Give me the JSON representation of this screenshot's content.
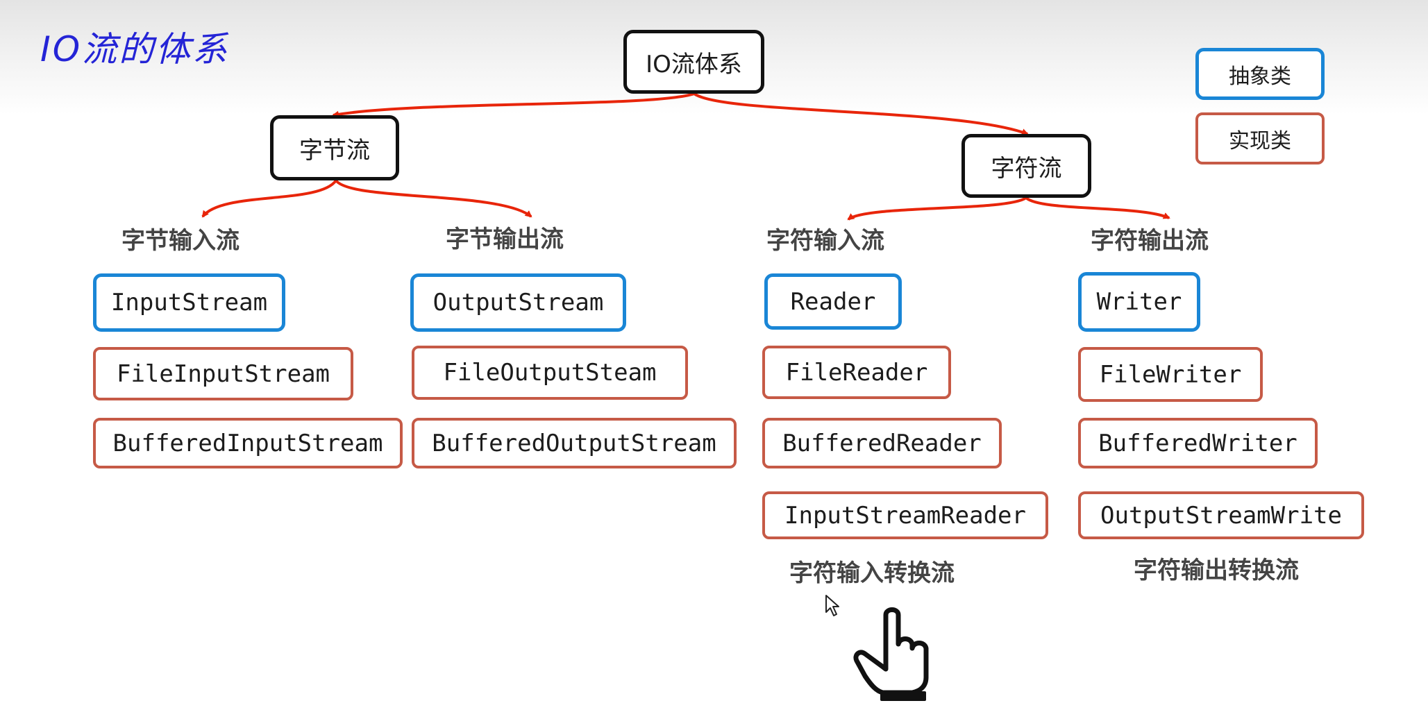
{
  "title": "IO流的体系",
  "root": "IO流体系",
  "legend": {
    "abstract": "抽象类",
    "impl": "实现类"
  },
  "byte_stream": {
    "label": "字节流",
    "input": {
      "heading": "字节输入流",
      "abstract": "InputStream",
      "impl": [
        "FileInputStream",
        "BufferedInputStream"
      ]
    },
    "output": {
      "heading": "字节输出流",
      "abstract": "OutputStream",
      "impl": [
        "FileOutputSteam",
        "BufferedOutputStream"
      ]
    }
  },
  "char_stream": {
    "label": "字符流",
    "input": {
      "heading": "字符输入流",
      "abstract": "Reader",
      "impl": [
        "FileReader",
        "BufferedReader",
        "InputStreamReader"
      ],
      "convert_label": "字符输入转换流"
    },
    "output": {
      "heading": "字符输出流",
      "abstract": "Writer",
      "impl": [
        "FileWriter",
        "BufferedWriter",
        "OutputStreamWrite"
      ],
      "convert_label": "字符输出转换流"
    }
  },
  "colors": {
    "title": "#2424d6",
    "abstract_border": "#1a86d6",
    "impl_border": "#c65a46",
    "root_border": "#111111",
    "arrow": "#e8250a"
  }
}
